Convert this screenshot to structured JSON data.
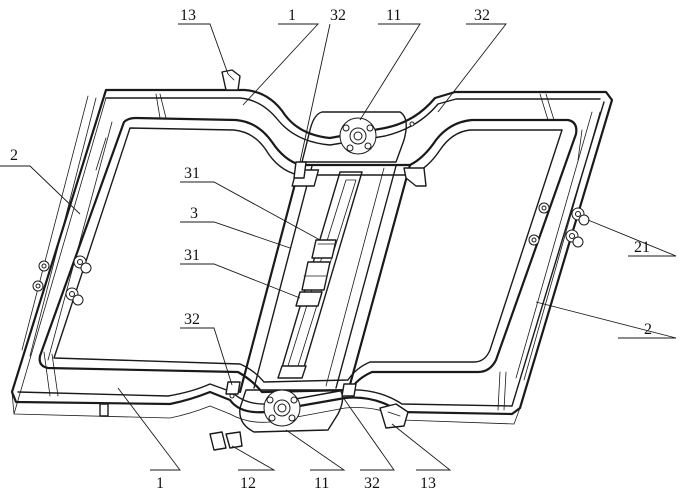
{
  "labels": [
    {
      "id": "label-13-top",
      "text": "13"
    },
    {
      "id": "label-1-top",
      "text": "1"
    },
    {
      "id": "label-32-top-left",
      "text": "32"
    },
    {
      "id": "label-11-top",
      "text": "11"
    },
    {
      "id": "label-32-top-right",
      "text": "32"
    },
    {
      "id": "label-2-left",
      "text": "2"
    },
    {
      "id": "label-31-upper",
      "text": "31"
    },
    {
      "id": "label-3",
      "text": "3"
    },
    {
      "id": "label-31-lower",
      "text": "31"
    },
    {
      "id": "label-32-bottom-left",
      "text": "32"
    },
    {
      "id": "label-21",
      "text": "21"
    },
    {
      "id": "label-2-right",
      "text": "2"
    },
    {
      "id": "label-1-bottom",
      "text": "1"
    },
    {
      "id": "label-12",
      "text": "12"
    },
    {
      "id": "label-11-bottom",
      "text": "11"
    },
    {
      "id": "label-32-bottom-right",
      "text": "32"
    },
    {
      "id": "label-13-bottom",
      "text": "13"
    }
  ]
}
